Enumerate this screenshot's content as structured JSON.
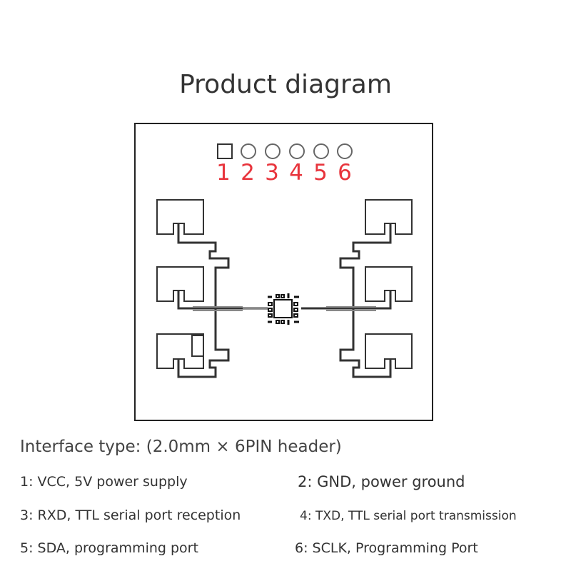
{
  "title": "Product diagram",
  "pins": [
    "1",
    "2",
    "3",
    "4",
    "5",
    "6"
  ],
  "interface_type": "Interface type: (2.0mm × 6PIN header)",
  "pin_descriptions": [
    "1: VCC, 5V power supply",
    "2: GND, power ground",
    "3: RXD, TTL serial port reception",
    "4: TXD, TTL serial port transmission",
    "5: SDA, programming port",
    "6: SCLK, Programming Port"
  ],
  "colors": {
    "pin_number": "#e8343c",
    "text": "#333333"
  }
}
